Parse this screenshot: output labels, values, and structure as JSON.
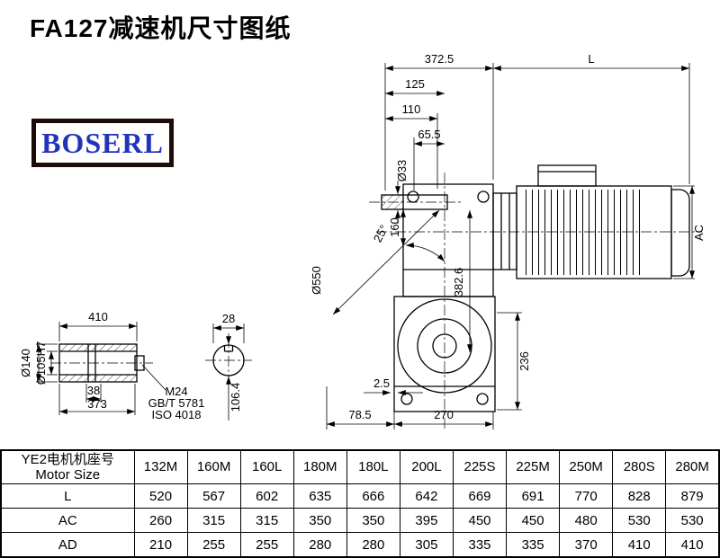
{
  "page": {
    "title": "FA127减速机尺寸图纸",
    "logo_text": "BOSERL"
  },
  "drawing": {
    "dims": {
      "top_span": "372.5",
      "motor_length": "L",
      "d125": "125",
      "d110": "110",
      "d65_5": "65.5",
      "shaft_dia": "Ø33",
      "d160": "160",
      "angle": "25°",
      "housing_dia": "Ø550",
      "d382_6": "382.6",
      "motor_od": "AC",
      "d236": "236",
      "d2_5": "2.5",
      "d78_5": "78.5",
      "d270": "270"
    },
    "shaft_view": {
      "length": "410",
      "d38": "38",
      "d373": "373",
      "outer_dia": "Ø140",
      "bore_dia": "Ø105H7",
      "bolt": "M24",
      "bolt_std1": "GB/T 5781",
      "bolt_std2": "ISO 4018"
    },
    "section_view": {
      "d28": "28",
      "d106_4": "106.4"
    }
  },
  "table": {
    "header_cn": "YE2电机机座号",
    "header_en": "Motor Size",
    "columns": [
      "132M",
      "160M",
      "160L",
      "180M",
      "180L",
      "200L",
      "225S",
      "225M",
      "250M",
      "280S",
      "280M"
    ],
    "rows": [
      {
        "label": "L",
        "values": [
          "520",
          "567",
          "602",
          "635",
          "666",
          "642",
          "669",
          "691",
          "770",
          "828",
          "879"
        ]
      },
      {
        "label": "AC",
        "values": [
          "260",
          "315",
          "315",
          "350",
          "350",
          "395",
          "450",
          "450",
          "480",
          "530",
          "530"
        ]
      },
      {
        "label": "AD",
        "values": [
          "210",
          "255",
          "255",
          "280",
          "280",
          "305",
          "335",
          "335",
          "370",
          "410",
          "410"
        ]
      }
    ]
  }
}
